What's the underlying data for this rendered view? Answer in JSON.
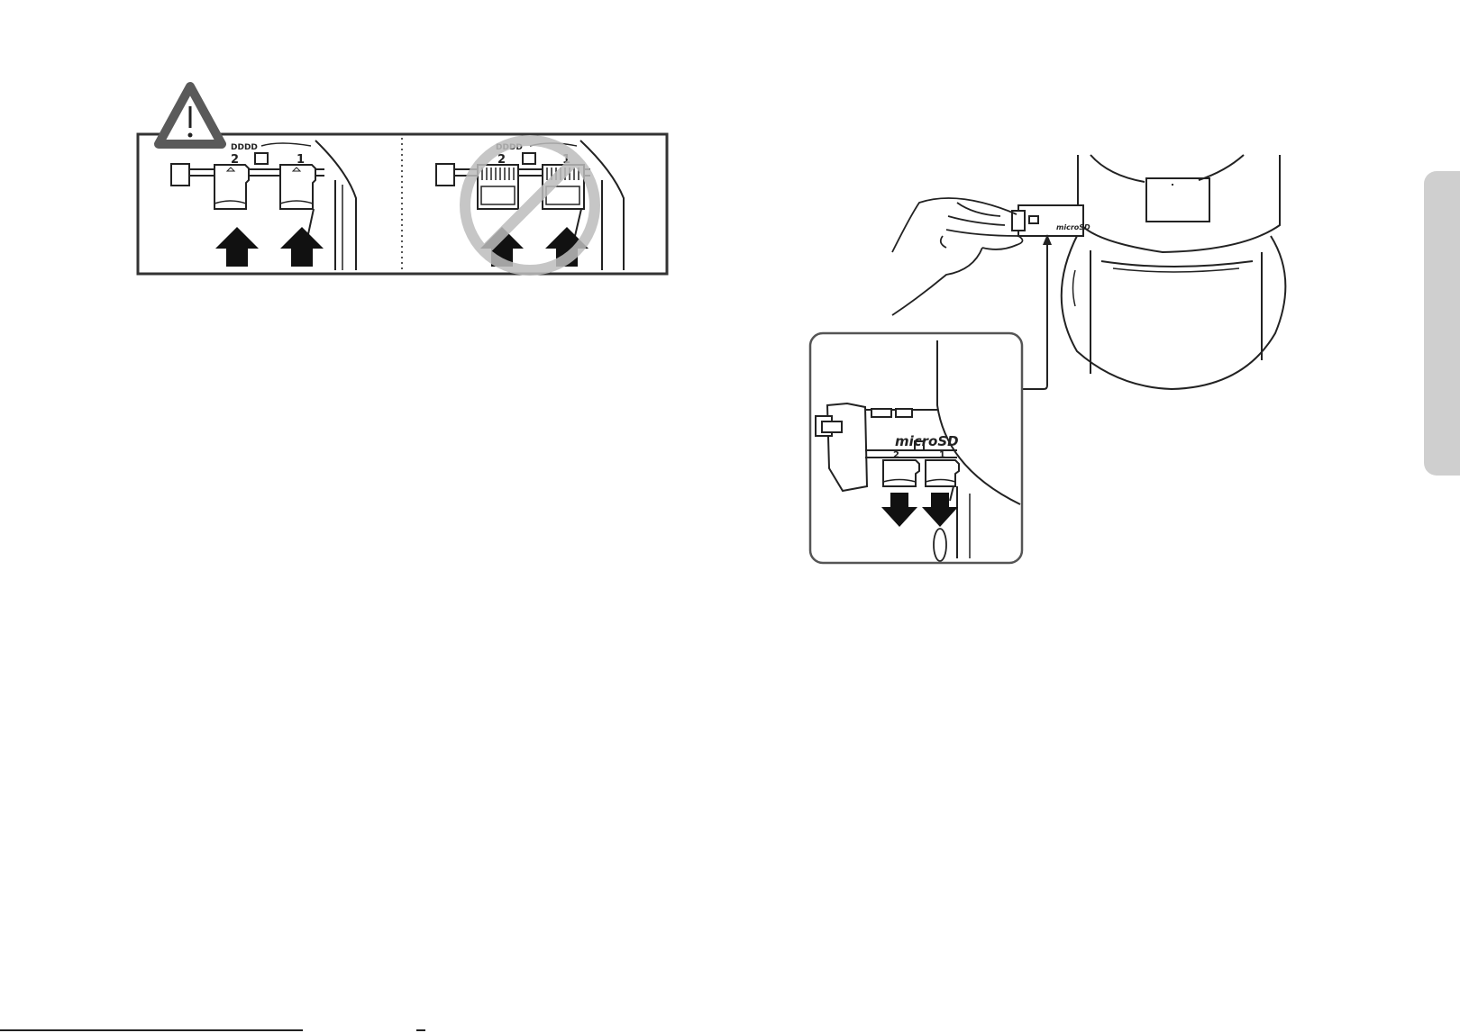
{
  "caution_illustration": {
    "correct_panel": {
      "slot_labels": [
        "2",
        "1"
      ],
      "slot_header_text": "DDDD"
    },
    "incorrect_panel": {
      "slot_labels": [
        "2",
        "1"
      ],
      "slot_header_text": "DDDD"
    }
  },
  "removal_illustration": {
    "camera_labels": [
      "microSD"
    ],
    "inset": {
      "brand_text": "microSD",
      "slot_labels": [
        "2",
        "1"
      ]
    }
  },
  "colors": {
    "line": "#222222",
    "arrow": "#111111",
    "warning_gray": "#5a5a5a",
    "prohibit_gray": "#bdbdbd",
    "side_tab": "#cfcfcf"
  }
}
